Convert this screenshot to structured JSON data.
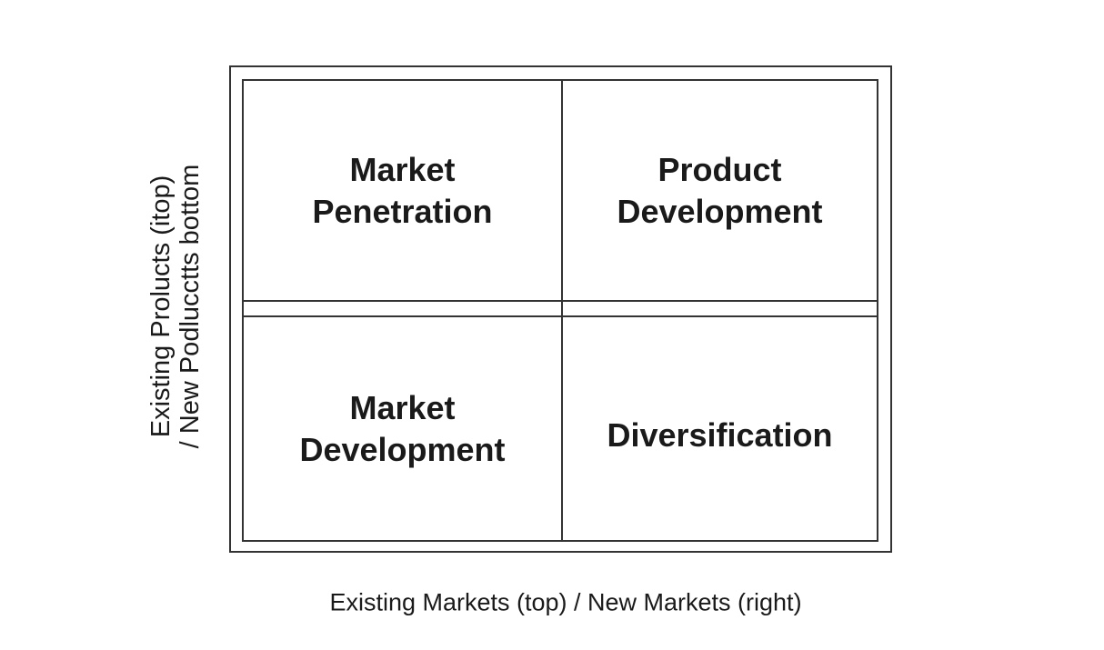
{
  "matrix": {
    "quadrants": [
      {
        "id": "top-left",
        "line1": "Market",
        "line2": "Penetration"
      },
      {
        "id": "top-right",
        "line1": "Product",
        "line2": "Development"
      },
      {
        "id": "bottom-left",
        "line1": "Market",
        "line2": "Development"
      },
      {
        "id": "bottom-right",
        "line1": "Diversification",
        "line2": ""
      }
    ],
    "y_axis_label": {
      "line1": "Existing Prolucts (itop)",
      "line2": "/ New Podlucctts bottom"
    },
    "x_axis_label": "Existing Markets (top) / New Markets (right)"
  }
}
